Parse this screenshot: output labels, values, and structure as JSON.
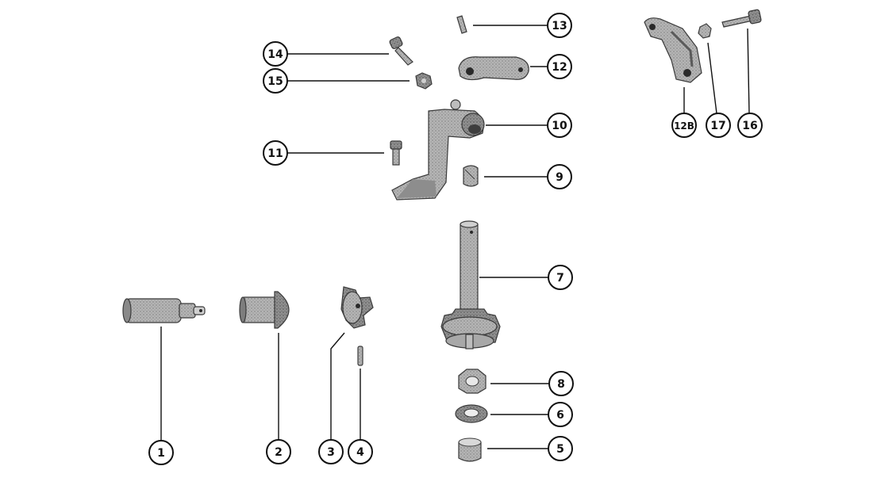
{
  "diagram": {
    "type": "exploded-parts",
    "callouts": [
      {
        "id": "c1",
        "label": "1"
      },
      {
        "id": "c2",
        "label": "2"
      },
      {
        "id": "c3",
        "label": "3"
      },
      {
        "id": "c4",
        "label": "4"
      },
      {
        "id": "c5",
        "label": "5"
      },
      {
        "id": "c6",
        "label": "6"
      },
      {
        "id": "c7",
        "label": "7"
      },
      {
        "id": "c8",
        "label": "8"
      },
      {
        "id": "c9",
        "label": "9"
      },
      {
        "id": "c10",
        "label": "10"
      },
      {
        "id": "c11",
        "label": "11"
      },
      {
        "id": "c12",
        "label": "12"
      },
      {
        "id": "c12b",
        "label": "12B"
      },
      {
        "id": "c13",
        "label": "13"
      },
      {
        "id": "c14",
        "label": "14"
      },
      {
        "id": "c15",
        "label": "15"
      },
      {
        "id": "c16",
        "label": "16"
      },
      {
        "id": "c17",
        "label": "17"
      }
    ],
    "colors": {
      "line": "#111111",
      "part_shading": "#9a9a9a",
      "background": "#ffffff"
    }
  }
}
